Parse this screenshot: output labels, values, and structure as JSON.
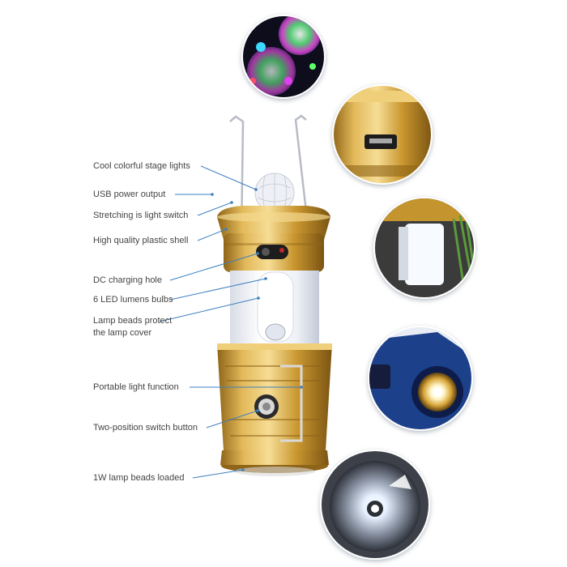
{
  "product": {
    "labels": [
      {
        "id": "stage-lights",
        "text": "Cool colorful stage lights"
      },
      {
        "id": "usb-output",
        "text": "USB power output"
      },
      {
        "id": "light-switch",
        "text": "Stretching is light switch"
      },
      {
        "id": "plastic-shell",
        "text": "High quality plastic shell"
      },
      {
        "id": "dc-charging",
        "text": "DC charging hole"
      },
      {
        "id": "led-bulbs",
        "text": "6 LED lumens bulbs"
      },
      {
        "id": "lamp-cover-line1",
        "text": "Lamp beads protect"
      },
      {
        "id": "lamp-cover-line2",
        "text": "the lamp cover"
      },
      {
        "id": "portable-light",
        "text": "Portable light function"
      },
      {
        "id": "switch-button",
        "text": "Two-position switch button"
      },
      {
        "id": "lamp-beads",
        "text": "1W lamp beads loaded"
      }
    ]
  },
  "colors": {
    "gold": "#c9962f",
    "gold_dark": "#8e6418",
    "gold_light": "#f0cf7a",
    "callout_line": "#3d7fc1",
    "circle_border": "#ffffff",
    "circle_shadow": "#9aa6b6"
  },
  "icons": [
    "usb-port-icon",
    "power-button-icon",
    "led-bulb-icon"
  ]
}
